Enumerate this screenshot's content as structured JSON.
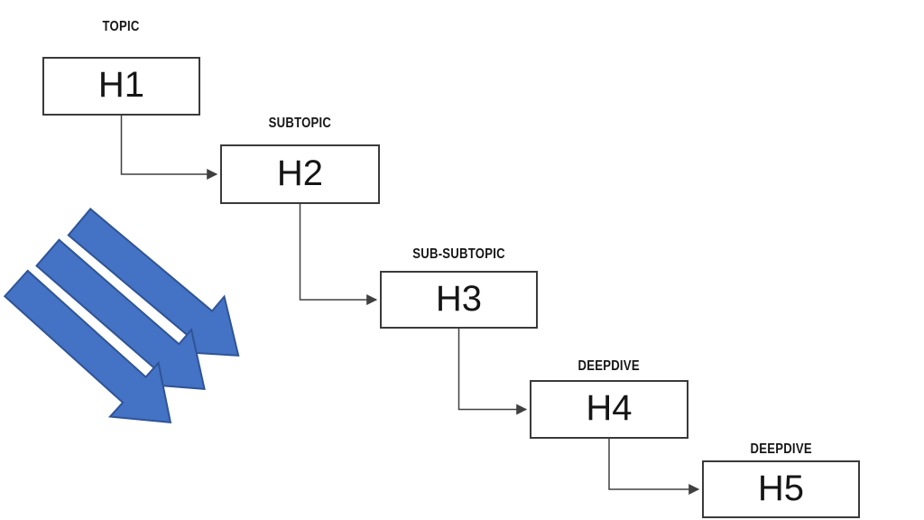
{
  "diagram": {
    "nodes": [
      {
        "id": "h1",
        "tag": "TOPIC",
        "label": "H1"
      },
      {
        "id": "h2",
        "tag": "SUBTOPIC",
        "label": "H2"
      },
      {
        "id": "h3",
        "tag": "SUB-SUBTOPIC",
        "label": "H3"
      },
      {
        "id": "h4",
        "tag": "DEEPDIVE",
        "label": "H4"
      },
      {
        "id": "h5",
        "tag": "DEEPDIVE",
        "label": "H5"
      }
    ],
    "connectors": [
      {
        "from": "h1",
        "to": "h2"
      },
      {
        "from": "h2",
        "to": "h3"
      },
      {
        "from": "h3",
        "to": "h4"
      },
      {
        "from": "h4",
        "to": "h5"
      }
    ],
    "decorations": {
      "block_arrow_count": 3,
      "block_arrow_direction": "down-right"
    },
    "colors": {
      "background": "#FFFFFF",
      "box_fill": "#FFFFFF",
      "box_border": "#3A3A3A",
      "connector": "#404040",
      "text": "#151515",
      "block_arrow_fill": "#4472C4",
      "block_arrow_outline": "#2F5496"
    }
  }
}
